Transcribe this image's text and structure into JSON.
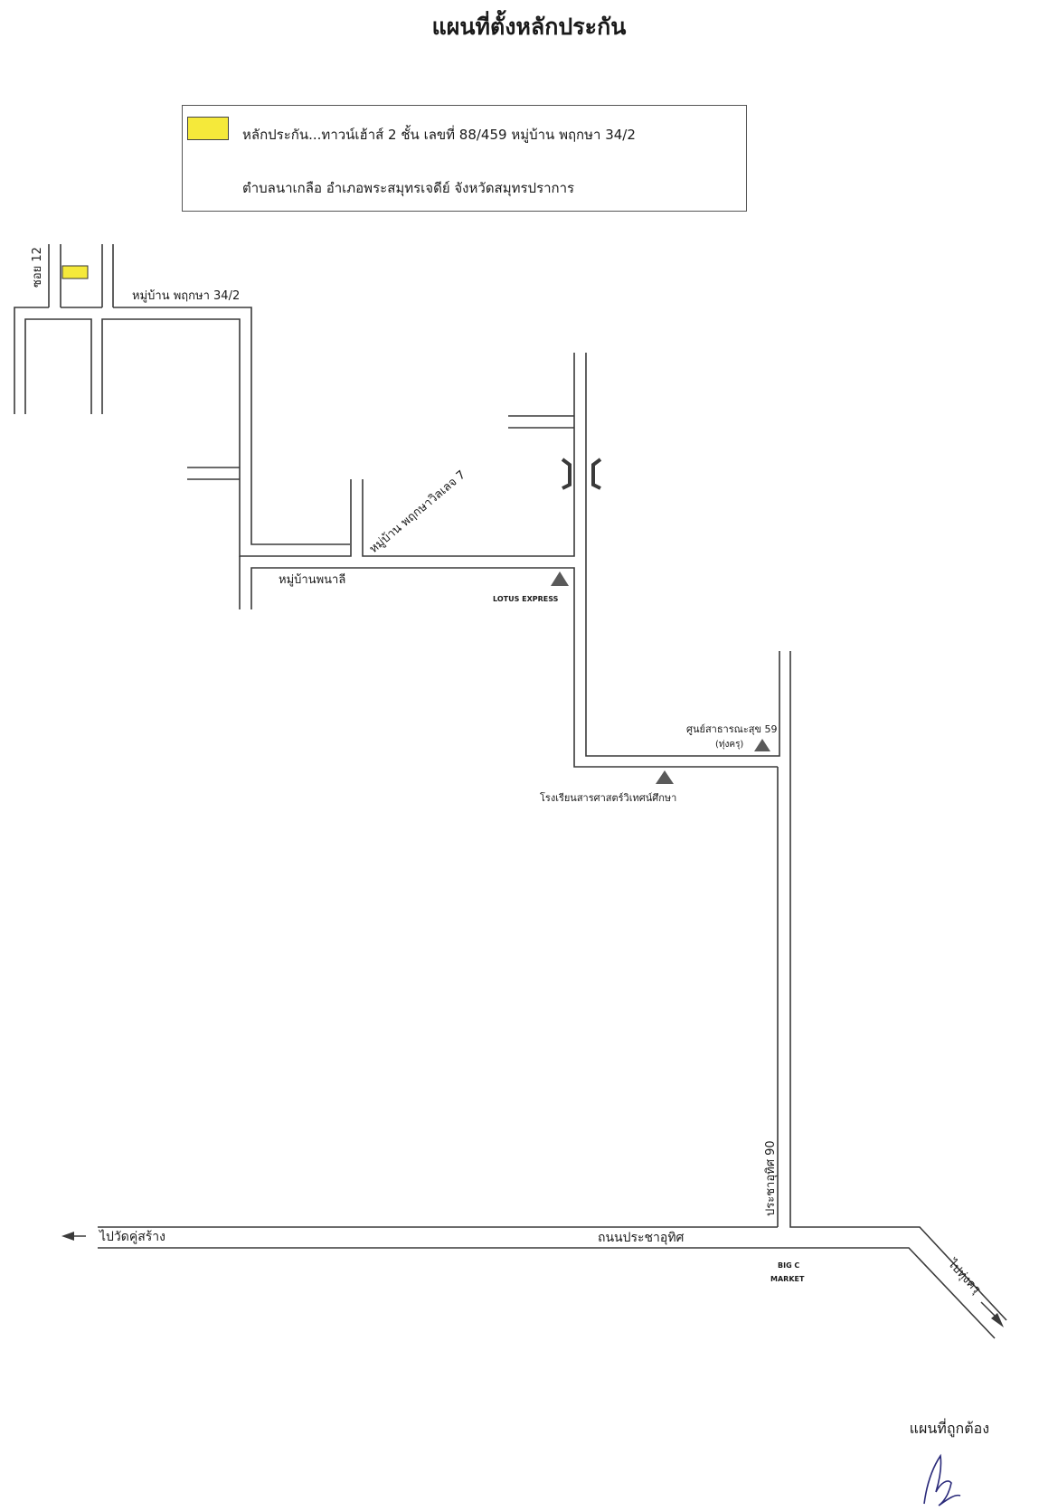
{
  "title": "แผนที่ตั้งหลักประกัน",
  "legend": {
    "swatch_color": "#f5e93a",
    "line1": "หลักประกัน...ทาวน์เฮ้าส์ 2 ชั้น  เลขที่  88/459  หมู่บ้าน  พฤกษา 34/2",
    "line2": "ตำบลนาเกลือ  อำเภอพระสมุทรเจดีย์  จังหวัดสมุทรปราการ"
  },
  "labels": {
    "soi12": "ซอย 12",
    "pruksa342": "หมู่บ้าน  พฤกษา 34/2",
    "pruksavill7": "หมู่บ้าน  พฤกษาวิลเลจ 7",
    "panali": "หมู่บ้านพนาลี",
    "lotus": "LOTUS EXPRESS",
    "health_center": "ศูนย์สาธารณะสุข 59",
    "health_center_sub": "(ทุ่งครุ)",
    "school": "โรงเรียนสารศาสตร์วิเทศน์ศึกษา",
    "pracha_uthit_90": "ประชาอุทิศ 90",
    "to_wat": "ไปวัดคู่สร้าง",
    "pracha_uthit_road": "ถนนประชาอุทิศ",
    "big_c_1": "BIG C",
    "big_c_2": "MARKET",
    "to_thung_khru": "ไปทุ่งครุ"
  },
  "colors": {
    "road": "#3a3a3a",
    "landmark": "#5a5a5a",
    "collateral": "#f5e93a"
  },
  "footer": {
    "verified": "แผนที่ถูกต้อง"
  }
}
